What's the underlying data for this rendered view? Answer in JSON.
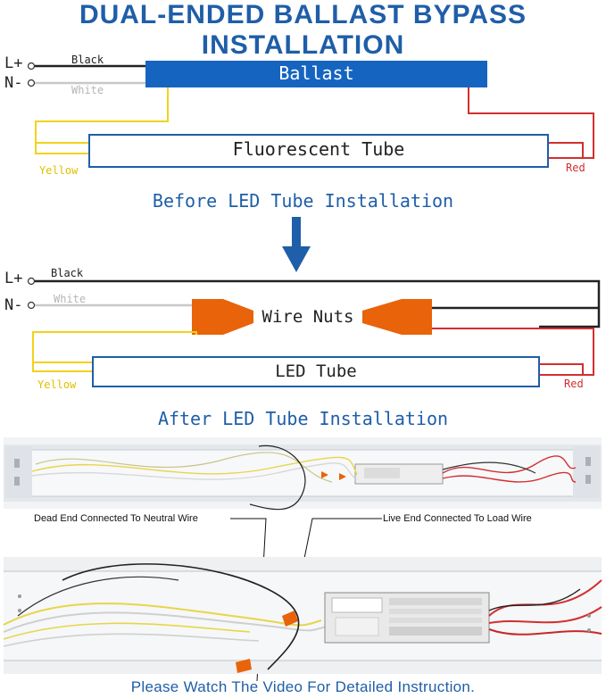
{
  "title": "DUAL-ENDED BALLAST BYPASS INSTALLATION",
  "terminals": {
    "line": "L+",
    "neutral": "N-"
  },
  "wires": {
    "black": "Black",
    "white": "White",
    "yellow": "Yellow",
    "red": "Red"
  },
  "before": {
    "ballast": "Ballast",
    "tube": "Fluorescent Tube",
    "caption": "Before LED Tube Installation"
  },
  "after": {
    "connector": "Wire Nuts",
    "tube": "LED Tube",
    "caption": "After LED Tube Installation"
  },
  "photo": {
    "dead_end": "Dead End Connected To Neutral Wire",
    "live_end": "Live End Connected To Load Wire"
  },
  "footer": "Please Watch The Video For Detailed Instruction.",
  "colors": {
    "blue": "#1f5ea8",
    "ballast": "#1565c0",
    "yellow": "#f2d21b",
    "red": "#d32f2f",
    "white_wire": "#c8c8c8",
    "black_wire": "#222222",
    "wire_nut": "#e8630a"
  }
}
